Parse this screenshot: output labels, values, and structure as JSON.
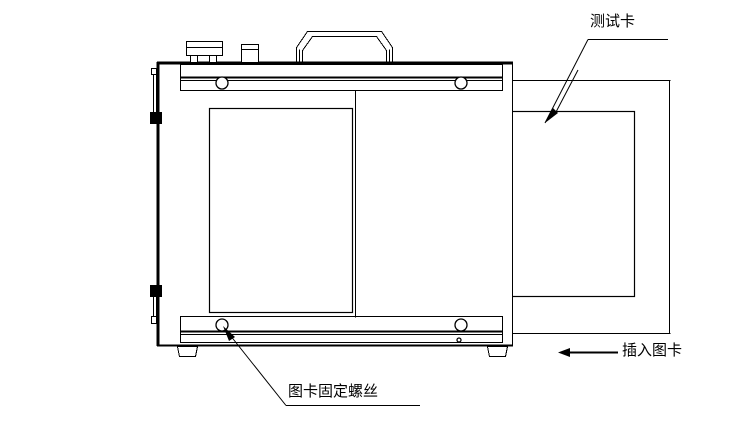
{
  "figure": {
    "kind": "technical-line-drawing",
    "subject": "chart-test-chamber-front-view",
    "background_color": "#ffffff",
    "line_color": "#000000"
  },
  "labels": {
    "test_card": {
      "text": "测试卡",
      "leader": "diagonal-line-with-underline-to-arrow",
      "arrow_target": "test-card-panel"
    },
    "insert_card": {
      "text": "插入图卡",
      "leader": "horizontal-arrow-pointing-left",
      "arrow_direction": "left"
    },
    "fixing_screw": {
      "text": "图卡固定螺丝",
      "leader": "diagonal-line-with-underline-to-arrow",
      "arrow_target": "bottom-left-screw"
    }
  },
  "device": {
    "name": "test-chamber-body",
    "parts": {
      "handle": "carry-handle",
      "connector_block": "top-connector-block",
      "knob": "top-small-knob",
      "top_clamp_bar": "top-clamp-bar",
      "bottom_clamp_bar": "bottom-clamp-bar",
      "left_panel": "left-window-panel",
      "divider": "center-divider",
      "hinge_upper": "upper-hinge",
      "hinge_lower": "lower-hinge",
      "foot_left": "left-foot",
      "foot_right": "right-foot",
      "screws": [
        "top-left-screw",
        "top-right-screw",
        "bottom-left-screw",
        "bottom-right-screw"
      ]
    }
  },
  "test_card": {
    "name": "test-card-sheet",
    "outer": "card-outer-border",
    "inner": "card-inner-border"
  },
  "colors": {
    "stroke": "#000000",
    "fill": "#ffffff"
  }
}
